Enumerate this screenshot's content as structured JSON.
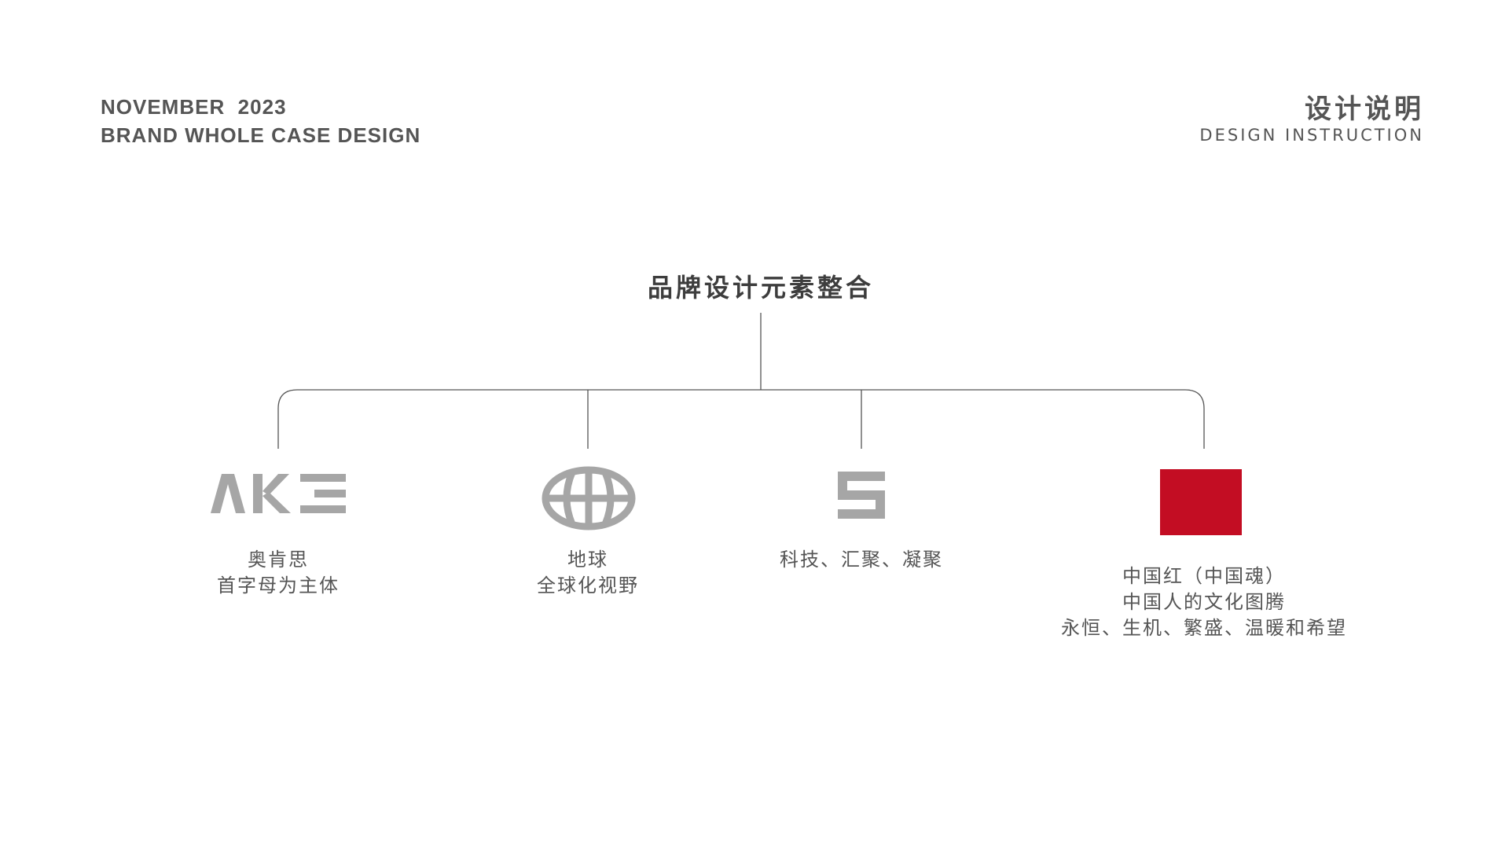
{
  "header": {
    "date_line": "NOVEMBER  2023",
    "subtitle_line": "BRAND WHOLE CASE DESIGN",
    "section_title_cn": "设计说明",
    "section_title_en": "DESIGN INSTRUCTION"
  },
  "diagram": {
    "root_label": "品牌设计元素整合",
    "line_color": "#555555",
    "icon_color": "#a6a6a6",
    "accent_red": "#c30d23",
    "nodes": [
      {
        "icon": "aks-logo-icon",
        "icon_text": "AKS",
        "lines": [
          "奥肯思",
          "首字母为主体"
        ]
      },
      {
        "icon": "globe-icon",
        "lines": [
          "地球",
          "全球化视野"
        ]
      },
      {
        "icon": "s-block-icon",
        "lines": [
          "科技、汇聚、凝聚"
        ]
      },
      {
        "icon": "red-square-swatch",
        "lines": [
          "中国红（中国魂）",
          "中国人的文化图腾",
          "永恒、生机、繁盛、温暖和希望"
        ]
      }
    ]
  }
}
